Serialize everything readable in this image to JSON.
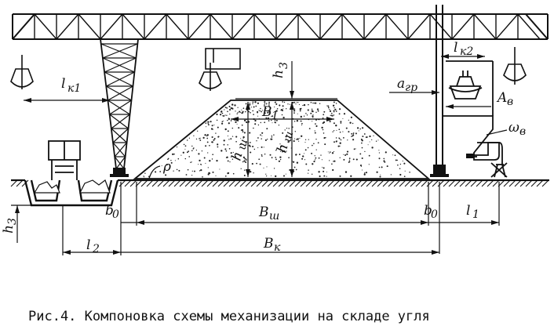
{
  "caption": "Рис.4. Компоновка схемы механизации на складе угля",
  "labels": {
    "l_k1": "l",
    "l_k1_sub": "к1",
    "l_k2": "l",
    "l_k2_sub": "к2",
    "h3_top": "h",
    "h3_top_sub": "3",
    "a_gr": "a",
    "a_gr_sub": "гр",
    "A_v": "A",
    "A_v_sub": "в",
    "omega_v": "ω",
    "omega_v_sub": "в",
    "B1": "B",
    "B1_sub": "1",
    "h_sh1": "h",
    "h_sh1_sub": "ш",
    "h_sh2": "h",
    "h_sh2_sub": "ш",
    "rho": "ρ",
    "h3_left": "h",
    "h3_left_sub": "3",
    "b0_left": "b",
    "b0_left_sub": "0",
    "B_sh": "B",
    "B_sh_sub": "ш",
    "b0_right": "b",
    "b0_right_sub": "0",
    "l1": "l",
    "l1_sub": "1",
    "l2": "l",
    "l2_sub": "2",
    "B_k": "B",
    "B_k_sub": "к"
  }
}
